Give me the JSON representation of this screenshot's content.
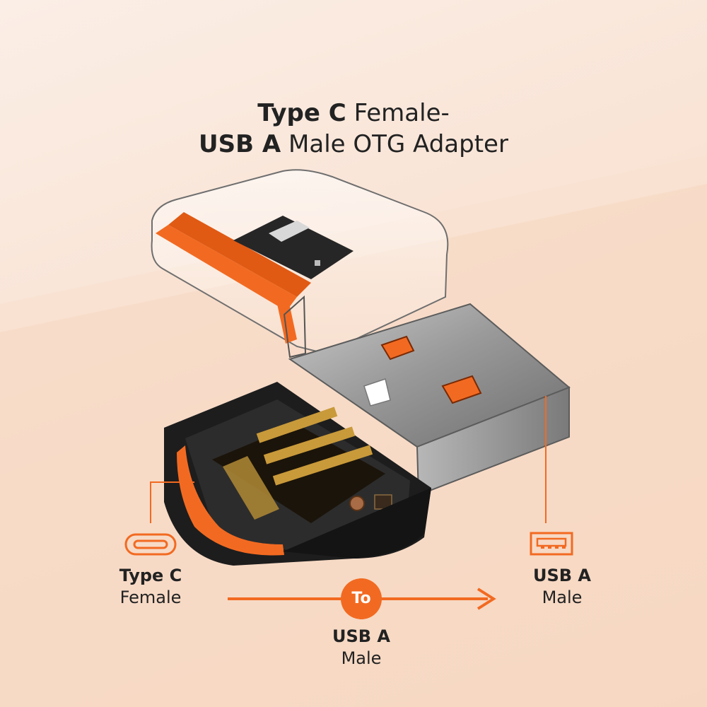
{
  "title": {
    "line1_bold": "Type C",
    "line1_light": "Female-",
    "line2_bold": "USB A",
    "line2_light": "Male OTG Adapter"
  },
  "labels": {
    "left": {
      "bold": "Type C",
      "light": "Female"
    },
    "right": {
      "bold": "USB A",
      "light": "Male"
    },
    "bottom": {
      "bold": "USB A",
      "light": "Male"
    },
    "to_badge": "To"
  },
  "icons": {
    "left": "usb-type-c-port-icon",
    "right": "usb-a-port-icon",
    "arrow": "right-arrow-icon"
  },
  "colors": {
    "accent": "#f26a21",
    "text": "#222222",
    "background": "#f8e2d2"
  }
}
